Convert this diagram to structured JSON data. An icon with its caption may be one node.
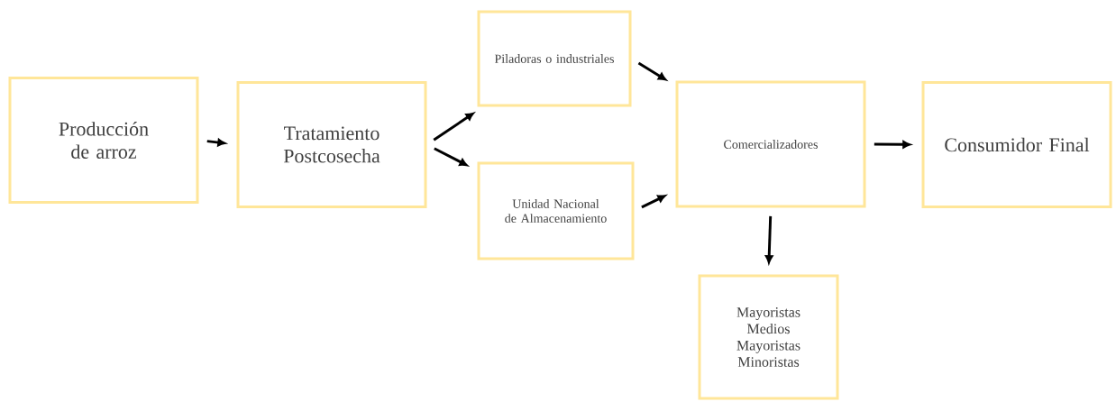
{
  "diagram": {
    "nodes": [
      {
        "text": [
          "Producción de arroz"
        ]
      },
      {
        "text": [
          "Tratamiento Postcosecha"
        ]
      },
      {
        "text": [
          "Piladoras o industriales"
        ]
      },
      {
        "text": [
          "Unidad Nacional de Almacenamiento"
        ]
      },
      {
        "text": [
          "Comercializadores"
        ]
      },
      {
        "text": [
          "Consumidor Final"
        ]
      },
      {
        "text": [
          "Mayoristas Medios Mayoristas Minoristas"
        ]
      }
    ],
    "edges": [
      {
        "from": 0,
        "to": 1,
        "arrow": "to"
      },
      {
        "from": 1,
        "to": 2,
        "arrow": "to"
      },
      {
        "from": 1,
        "to": 3,
        "arrow": "to"
      },
      {
        "from": 2,
        "to": 4,
        "arrow": "to"
      },
      {
        "from": 3,
        "to": 4,
        "arrow": "to"
      },
      {
        "from": 4,
        "to": 5,
        "arrow": "to"
      },
      {
        "from": 4,
        "to": 6,
        "arrow": "to"
      }
    ]
  }
}
